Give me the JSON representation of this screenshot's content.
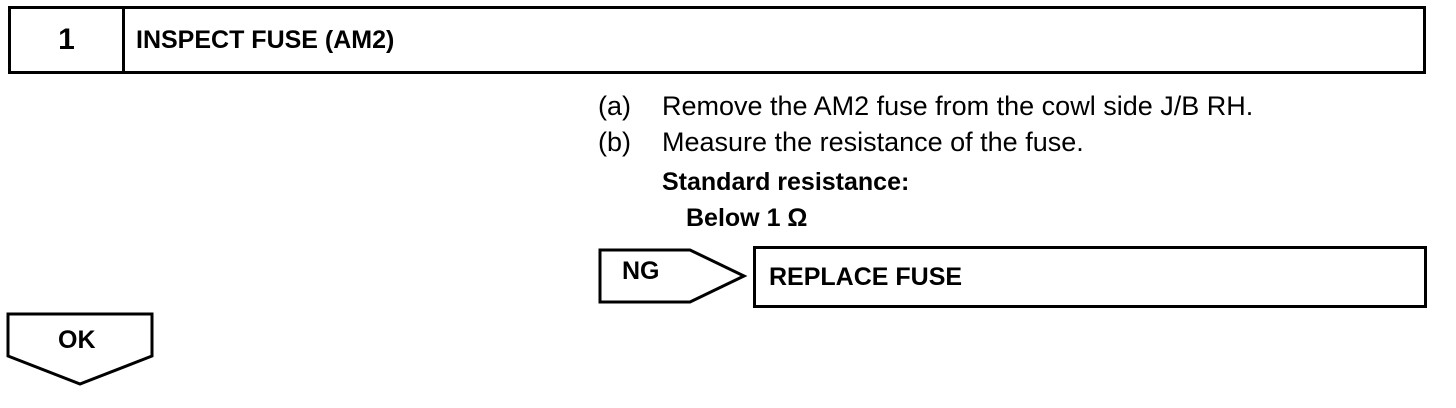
{
  "header": {
    "step_number": "1",
    "title": "INSPECT FUSE (AM2)"
  },
  "steps": [
    {
      "letter": "(a)",
      "text": "Remove the AM2 fuse from the cowl side J/B RH."
    },
    {
      "letter": "(b)",
      "text": "Measure the resistance of the fuse."
    }
  ],
  "standard": {
    "label": "Standard resistance:",
    "value": "Below 1 Ω"
  },
  "ng": {
    "label": "NG",
    "action": "REPLACE FUSE"
  },
  "ok": {
    "label": "OK"
  }
}
